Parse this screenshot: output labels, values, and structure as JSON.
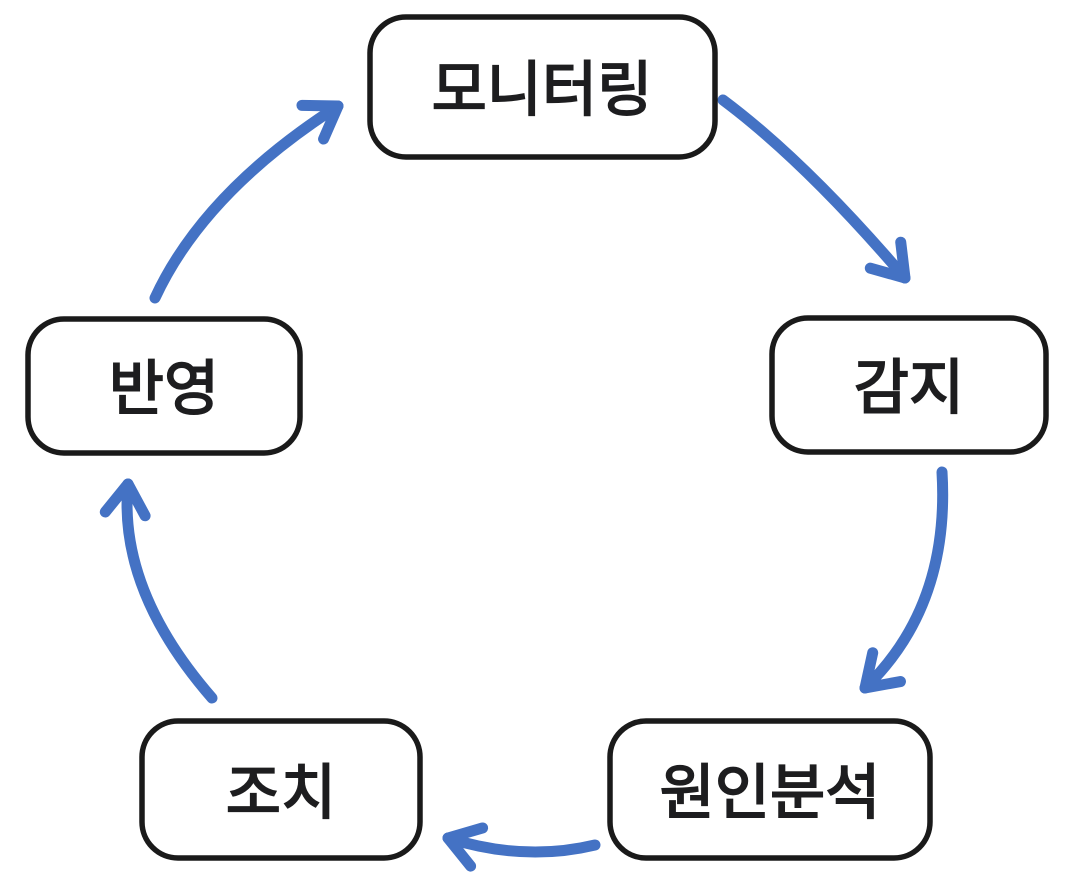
{
  "diagram": {
    "type": "cycle",
    "nodes": [
      {
        "id": "monitoring",
        "label": "모니터링"
      },
      {
        "id": "detection",
        "label": "감지"
      },
      {
        "id": "cause-analysis",
        "label": "원인분석"
      },
      {
        "id": "action",
        "label": "조치"
      },
      {
        "id": "reflection",
        "label": "반영"
      }
    ],
    "edges": [
      {
        "from": "monitoring",
        "to": "detection"
      },
      {
        "from": "detection",
        "to": "cause-analysis"
      },
      {
        "from": "cause-analysis",
        "to": "action"
      },
      {
        "from": "action",
        "to": "reflection"
      },
      {
        "from": "reflection",
        "to": "monitoring"
      }
    ],
    "colors": {
      "arrow": "#4472C4",
      "node_border": "#1a1a1a",
      "node_fill": "#ffffff",
      "label_text": "#1d1d1f",
      "background": "#ffffff"
    }
  }
}
